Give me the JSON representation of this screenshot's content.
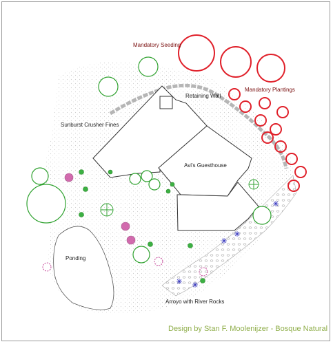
{
  "labels": {
    "mandatory_seeding": "Mandatory Seeding",
    "retaining_wall": "Retaining Wall",
    "mandatory_plantings": "Mandatory Plantings",
    "sunburst_crusher_fines": "Sunburst Crusher Fines",
    "guesthouse": "Avi's Guesthouse",
    "ponding": "Ponding",
    "arroyo": "Arroyo with River Rocks"
  },
  "credit": "Design by Stan F. Moolenijzer - Bosque Natural",
  "colors": {
    "seeding_circle": "#e0202a",
    "shrub_green": "#2ea12e",
    "building_line": "#333333",
    "plant_purple": "#c7479b",
    "credit_green": "#8fae4a",
    "label_red": "#7a1010"
  }
}
